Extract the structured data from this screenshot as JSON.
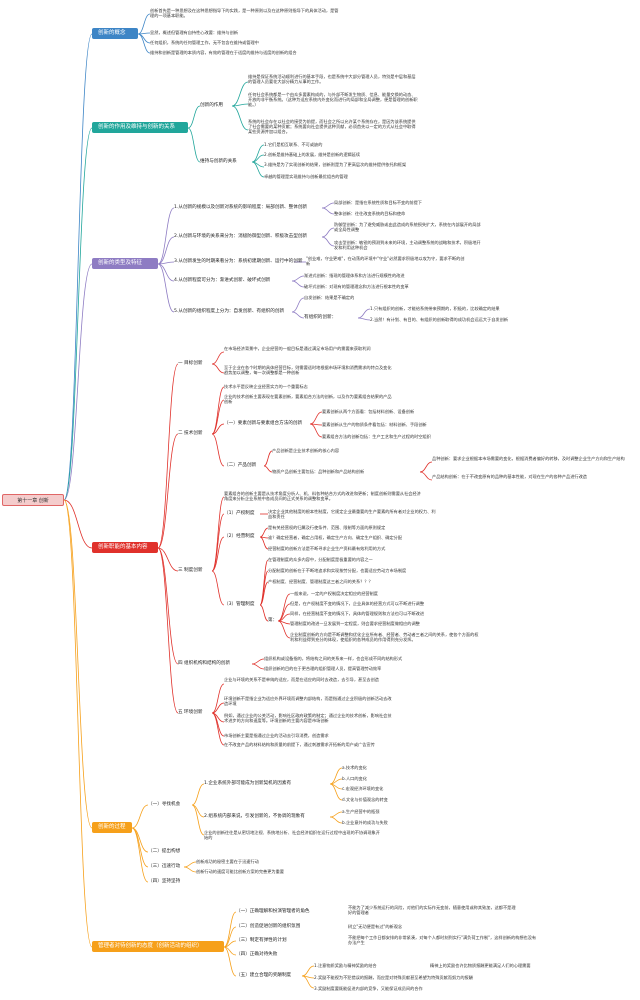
{
  "root": "第十一章 创新",
  "colors": {
    "blue": "#3d85c6",
    "teal": "#21a69b",
    "purple": "#8e7cc3",
    "red": "#e0312b",
    "orange": "#f6a01a",
    "lime": "#93c47d"
  },
  "sections": [
    {
      "title": "创新的概念",
      "color": "#3d85c6"
    },
    {
      "title": "创新的作用及维持与创新的关系",
      "color": "#21a69b"
    },
    {
      "title": "创新的类型及特征",
      "color": "#8e7cc3"
    },
    {
      "title": "创新职能的基本内容",
      "color": "#e0312b"
    },
    {
      "title": "创新的过程",
      "color": "#f6a01a"
    },
    {
      "title": "管理者对待创新的态度（创新活动的组织）",
      "color": "#f6a01a"
    }
  ],
  "s1": [
    "创新首先是一种思想及在这种思想指导下的实践，是一种原则以及在这种原则指导下的具体活动，是管理的一项基本职能。",
    "显然，概述但管理有自持性心改要：维持与创新",
    "任何组织，系统的任何管理工作，无不包含在维持或管理中",
    "维持和创新是管理的本质内容，有效的管理在于适度的维持与适度的创新的组合"
  ],
  "s2": {
    "role": "创新的作用",
    "role_items": [
      "维持是保证系统活动顺利进行的基本手段，也是系统中大部分管理人员，特别是中层和基层的管理人员要花大部分精力从事的工作。",
      "任何社会系统都是一个由众多要素构成的，与外部不断发生物质、信息、能量交换的动态、开放的非平衡系统。（这种为适应系统内外变化而进行的局部和全局调整，便是管理的创新职能。）",
      "系统的社会存在以社会的接受为前提，而社会之所以允许某个系统存在，是因为该系统提供了社会需要的某种贡献；系统要向社会提供这种贡献，必须首先以一定的方式从社会中取得某些资源并加以组合。"
    ],
    "rel": "维持与创新的关系",
    "rel_items": [
      "1.它们是相互联系、不可或缺的",
      "2.创新是维持基础上的发展，维持是创新的逻辑延续",
      "3.维持是为了实现创新的结果，创新则是为了更高层次的维持提供依托和框架",
      "卓越的管理是实现维持与创新最优组合的管理"
    ]
  },
  "s3": {
    "items": [
      "1.从创新的规模以及创新对系统的影响程度：局部创新、整体创新",
      "2.从创新与环境的关系来分为：消极防御型创新、积极攻击型创新",
      "3.从创新发生的时期来看分为：系统初建期创新、运行中的创新",
      "4.从创新程度可分为：渐进式创新、破坏式创新",
      "5.从创新的组织程度上分为：自发创新、有组织的创新"
    ],
    "sub1": [
      "局部创新：是指在系统性质和目标不变的前提下",
      "整体创新：往往改变系统的目标和使命"
    ],
    "sub2": [
      "防御型创新：为了避免威胁或由此造成的系统损失扩大，系统在内部展开的局部或全局性调整",
      "攻击型创新：敏锐的预测到未来的环境，主动调整系统的战略和技术，积极地开发和利用这种机会"
    ],
    "sub3": "\"创业难，守业更难\"，在动荡的环境中\"守业\"必然要求积极地以攻为守，要求不断的创新",
    "sub4": [
      "渐进式创新：指现的管理体系和方法进行规模性的改进",
      "破坏式创新：对现有的管理理念和方法进行根本性的变革"
    ],
    "sub5a": "自发创新：结果是不确定的",
    "sub5b": "有组织的创新：",
    "sub5b_items": [
      "1.只有组织的创新，才能给系统带来预期的，积极的，比较确定的结果",
      "2.当然！有计划、有目的、有组织的创新取得的成功机会远远大于自发创新"
    ]
  },
  "s4": {
    "goal": "一 目标创新",
    "goal_items": [
      "在市场经济背景中，企业经营的一般目标是通过满足市场用户的需要来获取利润",
      "至于企业在各个时期的具体经营目标，则需要适时地根据市场环境和消费需求的特点及变化趋势加以调整，每一次调整都是一种创新"
    ],
    "tech": "二 技术创新",
    "tech_items": [
      "技术水平是反映企业经营实力的一个重要标志",
      "企业的技术创新主要表现在要素创新，要素组合方法的创新，以及作为要素组合结果的产品创新"
    ],
    "tech_a": "（一）要素创新与要素组合方法的创新",
    "tech_a_items": [
      "要素创新从两个方面看：包括材料创新、设备创新",
      "要素创新从生产的物质条件看包括：材料创新、手段创新",
      "要素组合方法的创新包括：生产工艺和生产过程的时空组织"
    ],
    "tech_b": "（二）产品创新",
    "tech_b_items": [
      "产品创新是企业技术创新的核心内容",
      "物质产品创新主要包括：品种创新和产品结构创新"
    ],
    "tech_b_sub": [
      "品种创新：要求企业根据本市场需要的变化，根据消费者偏好的转移，及时调整企业生产方向和生产结构",
      "产品结构创新：在于不改变原有的品种的基本性能，对现在生产的各种产品进行改造"
    ],
    "inst": "三 制度创新",
    "inst_items": [
      "要素组合的创新主要是从技术角度分析人、机、料各种结合方式的改进和更新；制度创新则需要从社会经济角度来分析企业系统中各成员间的正式关系的调整和变革。"
    ],
    "inst_1": "（1）产权制度",
    "inst_1_t": "决定企业其他制度的根本性制度，它规定企业最重要的生产要素的所有者对企业的权力、利益和责任",
    "inst_2": "（2）经营制度",
    "inst_2_items": [
      "是有关经营权的归属及行使条件、范围、限制等方面的原则规定",
      "谁？确定经营者，确定占用权，确定生产方向、确定生产组织、确定分配",
      "经营制度的创新方法是不断寻求企业生产资料最有效利用的方式"
    ],
    "inst_3": "（3）管理制度",
    "inst_3_items": [
      "在管理制度的众多内容中，分配制度是极重要的内容之一",
      "分配制度的创新在于不断地追求和实现按劳分配，也要适应劳动力市场制度",
      "产权制度、经营制度、管理制度这三者之间的关系？？？"
    ],
    "inst_3_sub": [
      "一般来说，一定的产权制度决定相应的经营制度",
      "但是，在产权制度不变的情况下，企业具体的经营方式可以不断进行调整",
      "同样，在经营制度不变的情况下，具体的管理规则和方法也可以不断改进",
      "管理制度的改进一旦发展到一定程度，则会要求经营制度做相应的调整",
      "企业制度创新的方向是不断调整和优化企业所有者、经营者、劳动者三者之间的关系，使各个方面的权利和利益得到充分的体现，使组织的各种成员的作用得到充分发挥。"
    ],
    "inst_3_note": "第：",
    "org": "四 组织机构和结构的创新",
    "org_items": [
      "组织机构或设备指的，将结构之间的关系来一样，也会形成不同的结构形式",
      "组织创新的目的在于更合理的组织管理人员，提高管理劳动效率"
    ],
    "env": "五 环境创新",
    "env_items": [
      "企业与环境的关系不是单纯的适应，而是在适应的同时去改造，去引导，甚至去创造",
      "环境创新不是指企业为适应外界环境而调整内部结构，而是指通过企业积极的创新活动去改造环境",
      "例如，通过企业的公关活动，影响社区政府政策的制定；通过企业的技术创新，影响社会技术进步的方向和速度等。环境创新的主要内容是市场创新",
      "市场创新主要是指通过企业的活动去引导消费，创造需求",
      "在不改变产品的材料结构和质量的前提下，通过刺激需求开拓新的用户或广告宣传"
    ]
  },
  "s5": {
    "find": "（一）寻找机会",
    "find_a": "1.企业系统外部可能成为创新契机的因素有",
    "find_a_items": [
      "a.技术的变化",
      "b.人口的变化",
      "c.宏观经济环境的变化",
      "d.文化与价值观念的转变"
    ],
    "find_b": "2.组系统内部来说，引发创新的，不协调的现象有",
    "find_b_items": [
      "a.生产经营中的瓶颈",
      "b.企业意外的成功与失败"
    ],
    "find_c": "企业的创新往往是从密切地注视、系统地分析、社会经济组织在运行过程中出现的不协调现象开始的",
    "idea": "（二）提出构想",
    "act": "（三）迅速行动",
    "act_items": [
      "创新成功的秘密主要在于迅速行动",
      "创新行动的速度可能比创新方案的完善更为重要"
    ],
    "persist": "（四）坚持坚持"
  },
  "s6": {
    "items": [
      "（一）正确理解和扮演管理者的角色",
      "（二）创造促进创新的组织氛围",
      "（三）制定有弹性的计划",
      "（四）正确对待失败",
      "（五）建立合理的奖酬制度"
    ],
    "sub1": "不能为了减少系统运行的风险，对他们的实际作无变前，随意使用或称其致加，这都不是理好的管理者",
    "sub2": "树立\"无功便是有过\"的新观念",
    "sub3": "不能把每个工作日都安排的非常紧凑，对每个人都时刻到实行\"满负荷工作制\"，这样创新的构想也没有办法产生",
    "sub5": [
      "1.注意物质奖励与精神奖励的结合",
      "2.奖励不能视为不犯错误的报酬，而应是对特殊贡献甚至希望为特殊贡献而努力的报酬",
      "3.奖励制度要既能促进内部的竞争，又能保证成员间的合作"
    ],
    "sub5_a": "精神上的奖励也许比物质报酬更能满足人们的心理需要"
  }
}
